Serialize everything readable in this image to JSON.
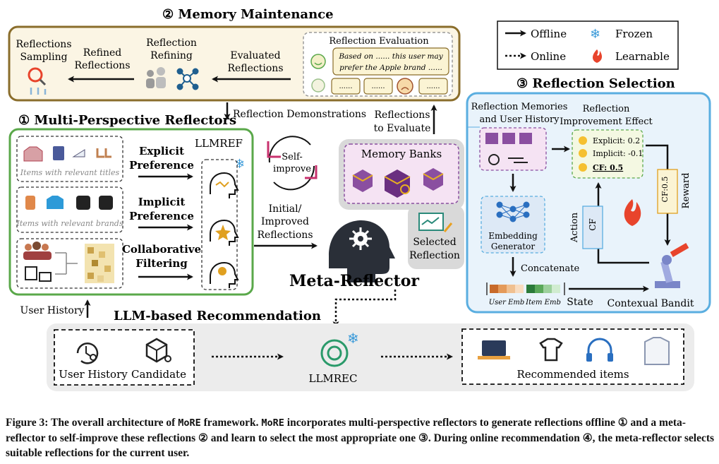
{
  "legend": {
    "offline": "Offline",
    "online": "Online",
    "frozen": "Frozen",
    "learnable": "Learnable"
  },
  "memory_maintenance": {
    "title": "② Memory Maintenance",
    "reflections_sampling": [
      "Reflections",
      "Sampling"
    ],
    "refined_reflections": [
      "Refined",
      "Reflections"
    ],
    "reflection_refining": [
      "Reflection",
      "Refining"
    ],
    "evaluated_reflections": [
      "Evaluated",
      "Reflections"
    ],
    "reflection_evaluation": "Reflection Evaluation",
    "eval_text": [
      "Based on ...... this user may",
      "prefer the Apple brand ......"
    ],
    "placeholder": "......"
  },
  "reflectors": {
    "title": "① Multi-Perspective Reflectors",
    "items_titles": "Items with relevant titles",
    "items_brands": "Items with relevant brands",
    "explicit": [
      "Explicit",
      "Preference"
    ],
    "implicit": [
      "Implicit",
      "Preference"
    ],
    "collaborative": [
      "Collaborative",
      "Filtering"
    ],
    "llmref": "LLMREF"
  },
  "center": {
    "reflection_demonstrations": "Reflection Demonstrations",
    "reflections_to_evaluate": [
      "Reflections",
      "to Evaluate"
    ],
    "self_improve": [
      "Self-",
      "improve"
    ],
    "memory_banks": "Memory Banks",
    "initial_improved": [
      "Initial/",
      "Improved",
      "Reflections"
    ],
    "selected_reflection": [
      "Selected",
      "Reflection"
    ],
    "meta_reflector": "Meta-Reflector"
  },
  "selection": {
    "title": "③ Reflection Selection",
    "memories_history": [
      "Reflection Memories",
      "and User History"
    ],
    "improvement_effect": [
      "Reflection",
      "Improvement Effect"
    ],
    "explicit_score": "Explicit: 0.2",
    "implicit_score": "Implicit: -0.1",
    "cf_score": "CF: 0.5",
    "embedding_generator": [
      "Embedding",
      "Generator"
    ],
    "concatenate": "Concatenate",
    "user_emb": "User Emb",
    "item_emb": "Item Emb",
    "state": "State",
    "action": "Action",
    "action_cf": "CF",
    "reward": "Reward",
    "reward_value": "CF:0.5",
    "contextual_bandit": "Contexual Bandit"
  },
  "recommendation": {
    "title": "LLM-based Recommendation",
    "user_history_up": "User History",
    "user_history": "User History",
    "candidate": "Candidate",
    "llmrec": "LLMREC",
    "recommended_items": "Recommended items"
  },
  "caption": {
    "part1": "Figure 3: The overall architecture of ",
    "more1": "MoRE",
    "part2": " framework. ",
    "more2": "MoRE",
    "part3": " incorporates multi-perspective reflectors to generate reflections offline ① and a meta-reflector to self-improve these reflections ② and learn to select the most appropriate one ③. During online recommendation ④, the meta-reflector selects suitable reflections for the current user."
  },
  "colors": {
    "memory_border": "#8a6d2b",
    "memory_fill": "#fbf5e4",
    "reflector_border": "#5aa84a",
    "selection_border": "#5aaee0",
    "selection_fill": "#e9f3fb",
    "rec_fill": "#ececec",
    "purple": "#8a4fa0",
    "learnable": "#e8442c",
    "frozen": "#3a9ad9"
  }
}
